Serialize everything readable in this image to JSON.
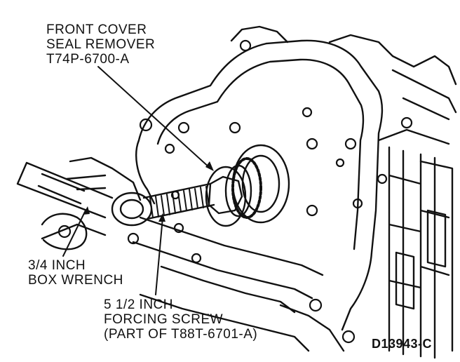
{
  "labels": {
    "seal_remover": {
      "line1": "FRONT COVER",
      "line2": "SEAL REMOVER",
      "line3": "T74P-6700-A"
    },
    "box_wrench": {
      "line1": "3/4 INCH",
      "line2": "BOX WRENCH"
    },
    "forcing_screw": {
      "line1": "5 1/2 INCH",
      "line2": "FORCING SCREW",
      "line3": "(PART OF T88T-6701-A)"
    },
    "figure_code": "D13943-C"
  },
  "colors": {
    "ink": "#111111",
    "paper": "#ffffff"
  }
}
